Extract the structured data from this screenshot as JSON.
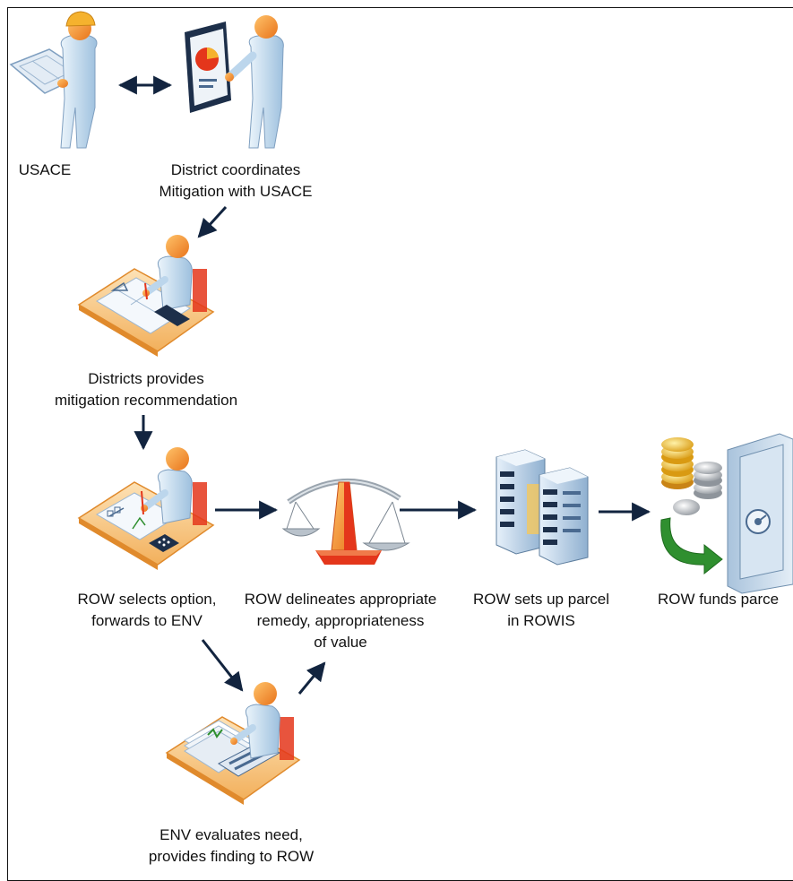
{
  "nodes": {
    "usace": {
      "lines": [
        "USACE"
      ]
    },
    "district_coordinates": {
      "lines": [
        "District coordinates",
        "Mitigation with USACE"
      ]
    },
    "district_recommendation": {
      "lines": [
        "Districts provides",
        "mitigation recommendation"
      ]
    },
    "row_selects": {
      "lines": [
        "ROW selects option,",
        "forwards to ENV"
      ]
    },
    "row_delineates": {
      "lines": [
        "ROW delineates appropriate",
        "remedy, appropriateness",
        "of value"
      ]
    },
    "row_sets_up": {
      "lines": [
        "ROW sets up parcel",
        "in ROWIS"
      ]
    },
    "row_funds": {
      "lines": [
        "ROW funds parce"
      ]
    },
    "env_evaluates": {
      "lines": [
        "ENV evaluates need,",
        "provides finding to ROW"
      ]
    }
  },
  "colors": {
    "arrow": "#12243f",
    "skin": "#f5922a",
    "body": "#cfe4f4",
    "body_shadow": "#8fb5d6",
    "desk": "#f7c98b",
    "desk_edge": "#e08a2c",
    "paper": "#f4f8fc",
    "scale_red": "#e4361b",
    "server": "#b7cfe6",
    "coin_gold": "#f2c42c",
    "coin_silver": "#c9ccd0",
    "safe": "#c5d8ea",
    "green_arrow": "#2f8f2f"
  },
  "icons": [
    "engineer-with-plans-icon",
    "presenter-with-chart-icon",
    "person-at-drafting-desk-icon",
    "person-at-desk-with-calculator-icon",
    "scale-of-justice-icon",
    "server-database-icon",
    "coins-into-safe-icon",
    "person-at-desk-with-documents-icon"
  ]
}
